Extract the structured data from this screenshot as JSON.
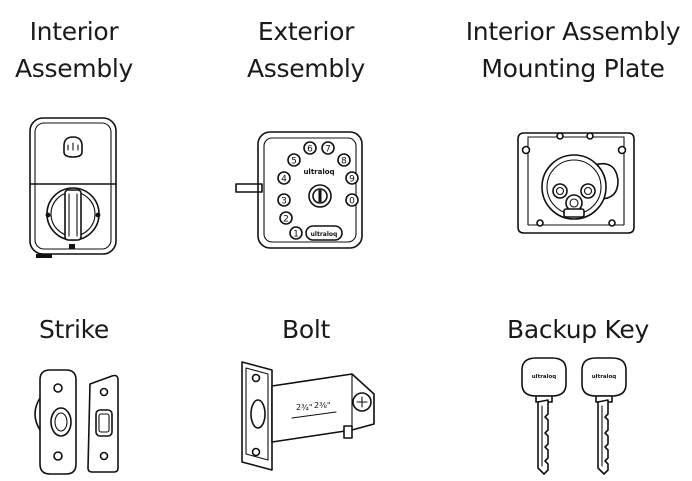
{
  "components": [
    {
      "id": "interior",
      "line1": "Interior",
      "line2": "Assembly",
      "icon": "interior-assembly-icon"
    },
    {
      "id": "exterior",
      "line1": "Exterior",
      "line2": "Assembly",
      "icon": "exterior-assembly-icon"
    },
    {
      "id": "mounting",
      "line1": "Interior Assembly",
      "line2": "Mounting Plate",
      "icon": "mounting-plate-icon"
    },
    {
      "id": "strike",
      "line1": "Strike",
      "icon": "strike-icon"
    },
    {
      "id": "bolt",
      "line1": "Bolt",
      "icon": "bolt-icon"
    },
    {
      "id": "keys",
      "line1": "Backup Key",
      "icon": "backup-key-icon"
    }
  ],
  "brand": "ultraloq",
  "keypad_digits": [
    "1",
    "2",
    "3",
    "4",
    "5",
    "6",
    "7",
    "8",
    "9",
    "0"
  ],
  "bolt_markings": [
    "2¾\"",
    "2⅜\""
  ],
  "colors": {
    "line": "#111111",
    "background": "#ffffff"
  }
}
